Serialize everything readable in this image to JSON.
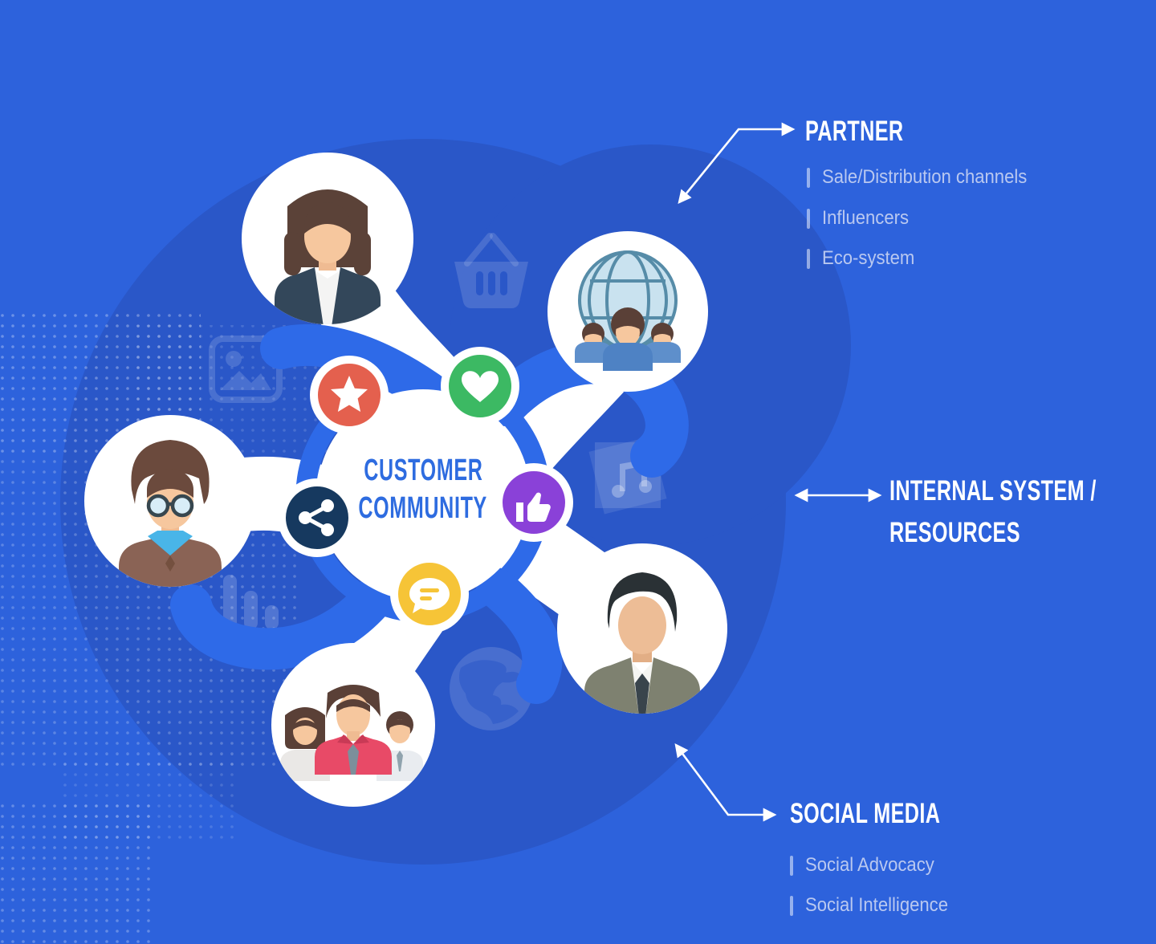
{
  "title": "Customer Community ecosystem diagram",
  "hub": {
    "label_line1": "CUSTOMER",
    "label_line2": "COMMUNITY",
    "icons": [
      "star-icon",
      "heart-icon",
      "thumbs-up-icon",
      "share-icon",
      "chat-icon"
    ]
  },
  "nodes": [
    {
      "name": "businesswoman-avatar"
    },
    {
      "name": "global-partner-team-avatar"
    },
    {
      "name": "man-with-glasses-avatar"
    },
    {
      "name": "businessman-avatar"
    },
    {
      "name": "customer-family-group-avatar"
    }
  ],
  "annotations": {
    "partner": {
      "heading": "PARTNER",
      "items": [
        "Sale/Distribution channels",
        "Influencers",
        "Eco-system"
      ]
    },
    "internal": {
      "heading_line1": "INTERNAL SYSTEM /",
      "heading_line2": "RESOURCES"
    },
    "social": {
      "heading": "SOCIAL MEDIA",
      "items": [
        "Social Advocacy",
        "Social Intelligence"
      ]
    }
  },
  "background_icons": [
    "shopping-basket-icon",
    "image-icon",
    "music-album-icon",
    "bar-chart-icon",
    "globe-icon",
    "world-map-dots"
  ],
  "colors": {
    "background": "#2D62DC",
    "blob": "#2A57C8",
    "swirl_ring": "#2E6AE8",
    "node_fill": "#FFFFFF",
    "hub_text": "#2E6CE0",
    "bullet_text": "#B9C8F0",
    "star_circle": "#E4604E",
    "heart_circle": "#3CB963",
    "thumb_circle": "#8A41D8",
    "share_circle": "#16395F",
    "chat_circle": "#F6C437",
    "annotation_text": "#FFFFFF"
  }
}
